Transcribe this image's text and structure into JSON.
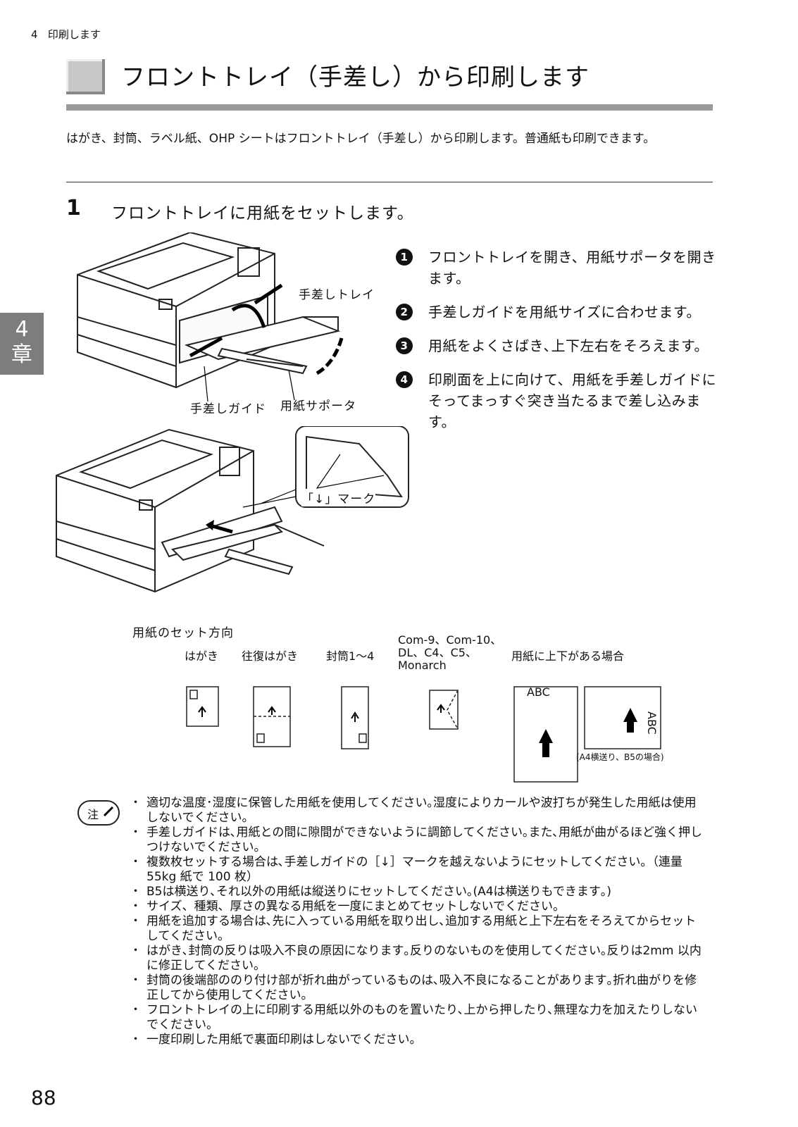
{
  "header": {
    "chapter": "4",
    "section": "印刷します"
  },
  "title": "フロントトレイ（手差し）から印刷します",
  "intro": "はがき、封筒、ラベル紙、OHP シートはフロントトレイ（手差し）から印刷します。普通紙も印刷できます。",
  "side_tab": {
    "num": "4",
    "label": "章"
  },
  "step": {
    "number": "1",
    "title": "フロントトレイに用紙をセットします。"
  },
  "sub_steps": [
    {
      "n": "1",
      "text": "フロントトレイを開き、用紙サポータを開きます。"
    },
    {
      "n": "2",
      "text": "手差しガイドを用紙サイズに合わせます。"
    },
    {
      "n": "3",
      "text": "用紙をよくさばき､上下左右をそろえます。"
    },
    {
      "n": "4",
      "text": "印刷面を上に向けて、用紙を手差しガイドにそってまっすぐ突き当たるまで差し込みます。"
    }
  ],
  "callouts": {
    "manual_tray": "手差しトレイ",
    "manual_guide": "手差しガイド",
    "paper_supporter": "用紙サポータ",
    "mark": "「↓」マーク"
  },
  "direction": {
    "heading": "用紙のセット方向",
    "hagaki": "はがき",
    "ofuku": "往復はがき",
    "futo": "封筒1～4",
    "com_line1": "Com-9、Com-10、",
    "com_line2": "DL、C4、C5、",
    "com_line3": "Monarch",
    "updown": "用紙に上下がある場合",
    "abc": "ABC",
    "a4note": "(A4横送り、B5の場合)"
  },
  "note_badge": "注",
  "notes": [
    "適切な温度･湿度に保管した用紙を使用してください｡湿度によりカールや波打ちが発生した用紙は使用しないでください。",
    "手差しガイドは､用紙との間に隙間ができないように調節してください｡また､用紙が曲がるほど強く押しつけないでください。",
    "複数枚セットする場合は､手差しガイドの［↓］マークを越えないようにセットしてください。（連量 55kg 紙で 100 枚）",
    "B5は横送り､それ以外の用紙は縦送りにセットしてください｡(A4は横送りもできます｡)",
    "サイズ、種類、厚さの異なる用紙を一度にまとめてセットしないでください。",
    "用紙を追加する場合は､先に入っている用紙を取り出し､追加する用紙と上下左右をそろえてからセットしてください。",
    "はがき､封筒の反りは吸入不良の原因になります｡反りのないものを使用してください｡反りは2mm 以内に修正してください。",
    "封筒の後端部ののり付け部が折れ曲がっているものは､吸入不良になることがあります｡折れ曲がりを修正してから使用してください。",
    "フロントトレイの上に印刷する用紙以外のものを置いたり､上から押したり､無理な力を加えたりしないでください。",
    "一度印刷した用紙で裏面印刷はしないでください。"
  ],
  "page_number": "88"
}
